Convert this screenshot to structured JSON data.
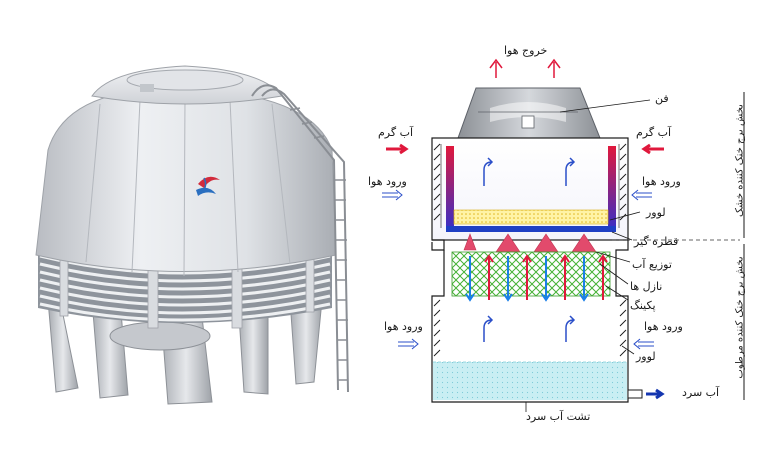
{
  "labels": {
    "air_out": "خروج هوا",
    "fan": "فن",
    "hot_water_left": "آب گرم",
    "hot_water_right": "آب گرم",
    "air_in_upper_left": "ورود هوا",
    "air_in_upper_right": "ورود هوا",
    "louver_upper": "لوور",
    "drift_eliminator": "قطره گیر",
    "water_distribution": "توزیع آب",
    "nozzles": "نازل ها",
    "packing": "پکینگ",
    "air_in_lower_left": "ورود هوا",
    "air_in_lower_right": "ورود هوا",
    "louver_lower": "لوور",
    "cold_water": "آب سرد",
    "cold_water_basin": "تشت آب سرد"
  },
  "sections": {
    "dry": "بخش برج خنک کننده خشک",
    "wet": "بخش برج خنک کننده مرطوب"
  },
  "colors": {
    "hot": "#e0183c",
    "air": "#2b4fc9",
    "cold": "#1436b0",
    "spray": "#e24a6c",
    "packing": "#5fc24a",
    "basin": "#bfe9ef"
  }
}
